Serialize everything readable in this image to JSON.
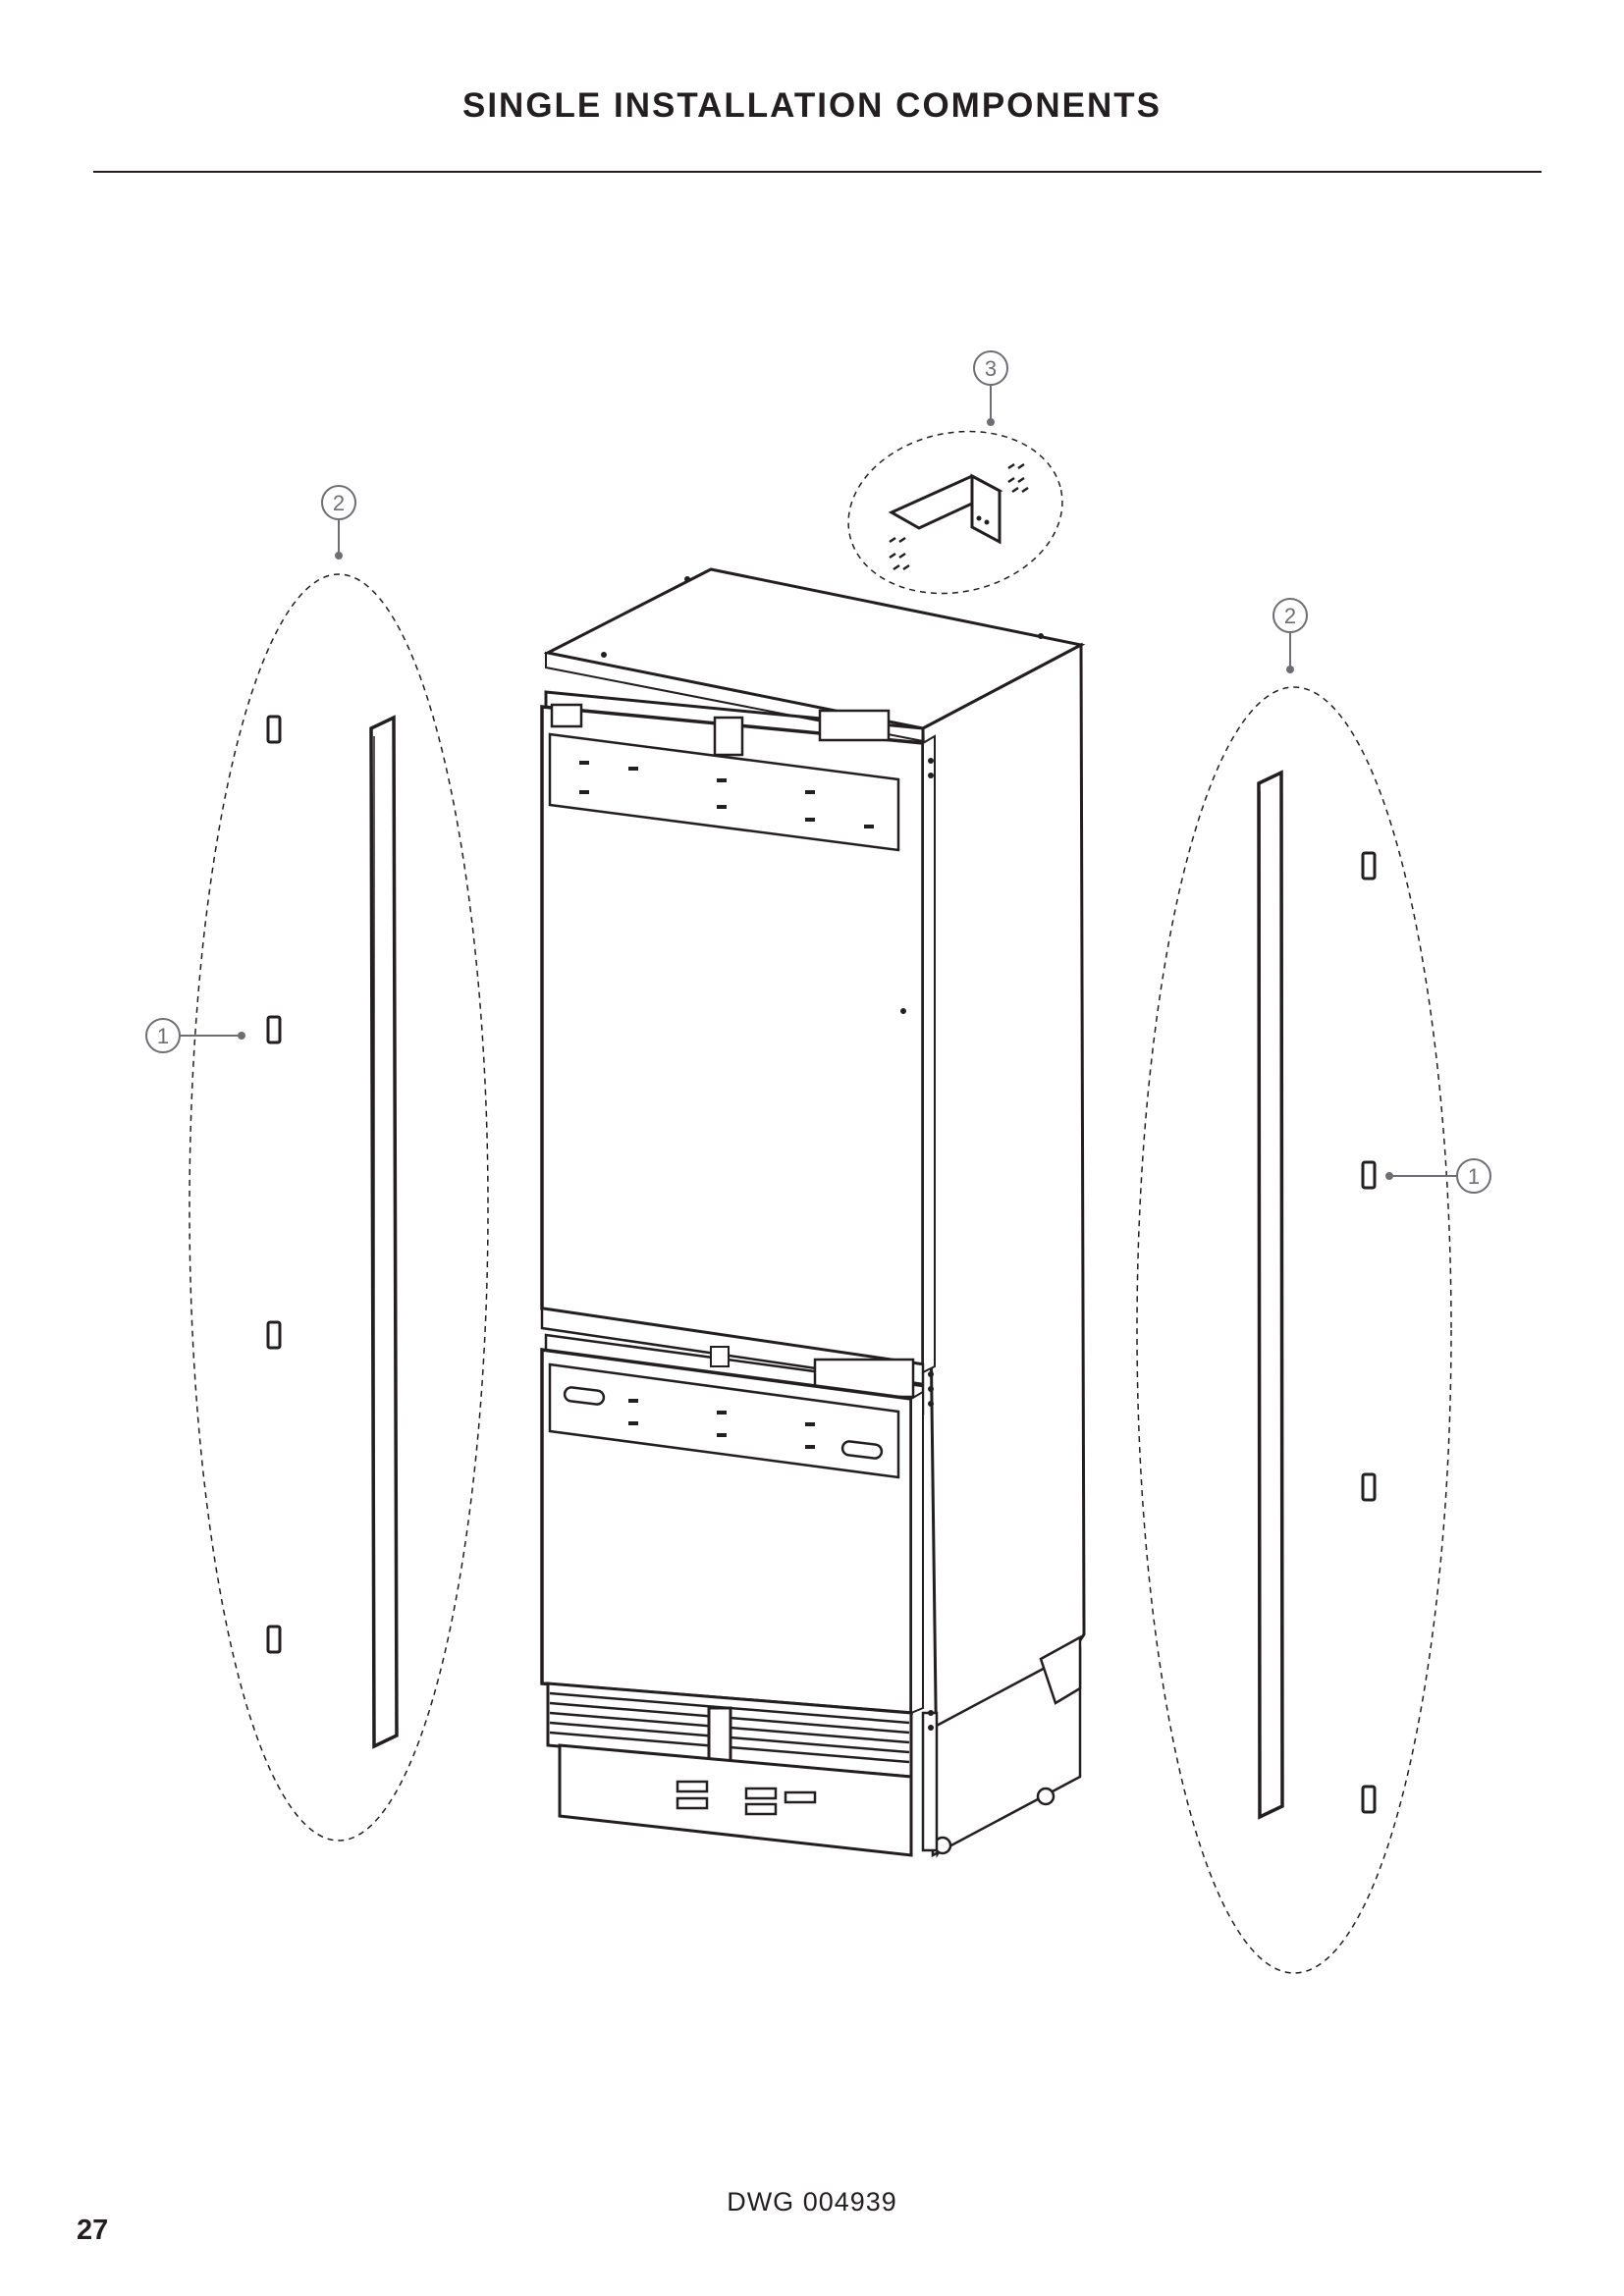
{
  "header": {
    "title": "SINGLE INSTALLATION COMPONENTS"
  },
  "callouts": {
    "left_panel_group": "2",
    "left_clip": "1",
    "bracket_group": "3",
    "right_panel_group": "2",
    "right_clip": "1"
  },
  "footer": {
    "drawing_number": "DWG 004939",
    "page_number": "27"
  },
  "colors": {
    "ink": "#231f20",
    "callout": "#6d6e71",
    "rule": "#231f20"
  }
}
